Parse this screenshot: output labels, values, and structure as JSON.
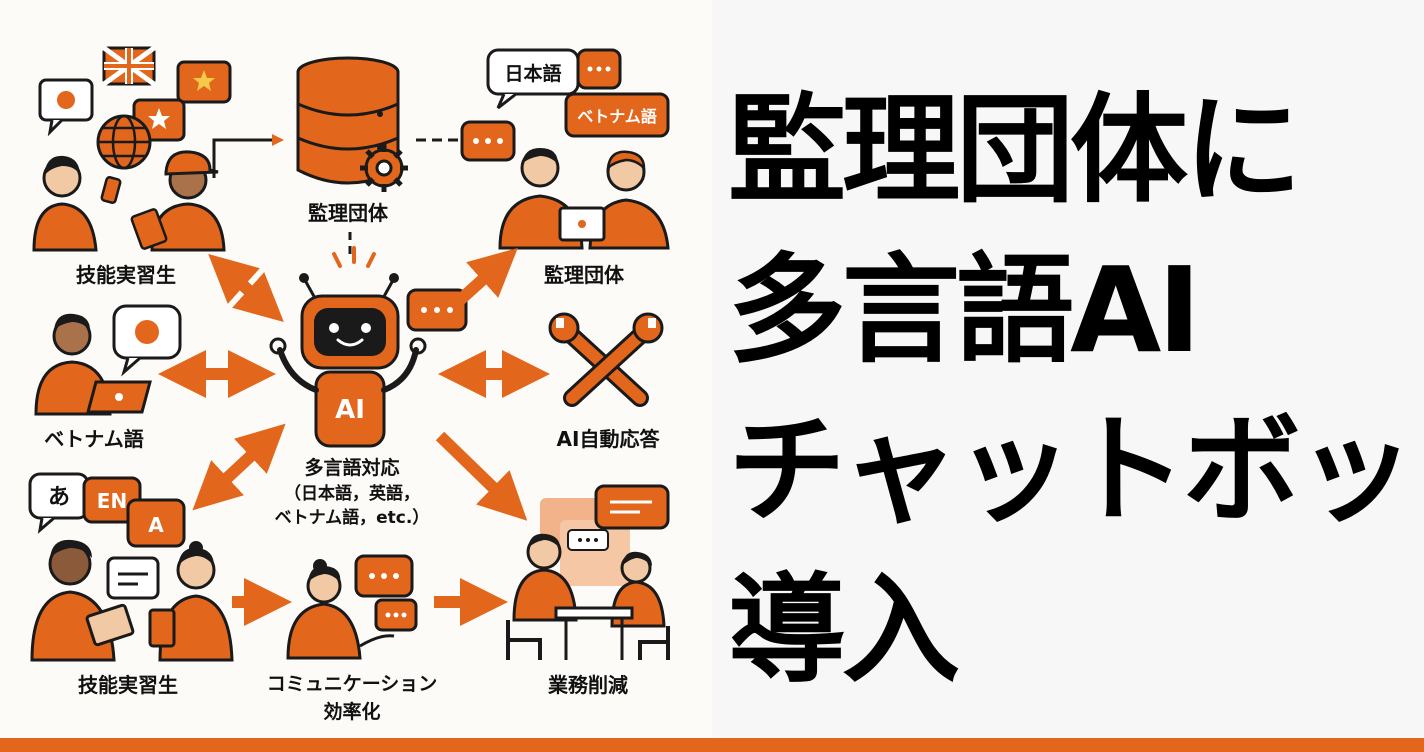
{
  "colors": {
    "accent": "#e2661b",
    "dark": "#1a1a1a",
    "skin": "#f2c9a5",
    "bar": "#e2661b"
  },
  "diagram": {
    "nodes": {
      "trainees_top": "技能実習生",
      "org_center": "監理団体",
      "org_right": "監理団体",
      "vietnamese": "ベトナム語",
      "ai_auto": "AI自動応答",
      "multilang_line1": "多言語対応",
      "multilang_line2": "（日本語，英語，",
      "multilang_line3": "ベトナム語，etc.）",
      "trainees_bottom": "技能実習生",
      "comm_line1": "コミュニケーション",
      "comm_line2": "効率化",
      "reduction": "業務削減"
    },
    "bubbles": {
      "japanese": "日本語",
      "vietnamese": "ベトナム語",
      "a_hira": "あ",
      "en": "EN",
      "a_latin": "A"
    },
    "robot_badge": "AI"
  },
  "headline": {
    "line1": "監理団体に",
    "line2": "多言語AI",
    "line3": "チャットボッ",
    "line4": "導入"
  }
}
